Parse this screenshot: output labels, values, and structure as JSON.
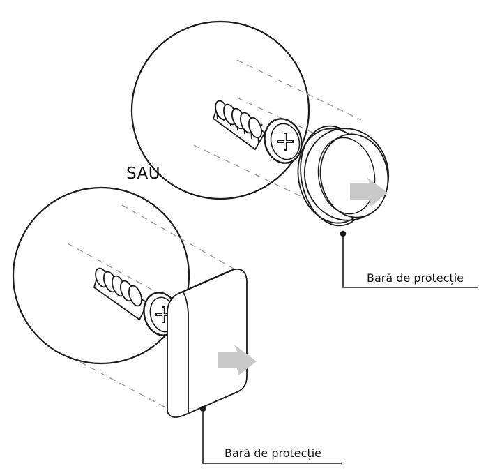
{
  "labels": {
    "or_text": "SAU",
    "bumper_label_top": "Bară de protecție",
    "bumper_label_bottom": "Bară de protecție"
  },
  "colors": {
    "line": "#1a1a1a",
    "dash": "#9a9a9a",
    "arrow": "#c9c9c9",
    "background": "#ffffff"
  },
  "icons": {
    "screw": "screw-icon",
    "round_bumper": "round-bumper-icon",
    "square_bumper": "square-bumper-icon",
    "arrow": "push-arrow-icon"
  }
}
